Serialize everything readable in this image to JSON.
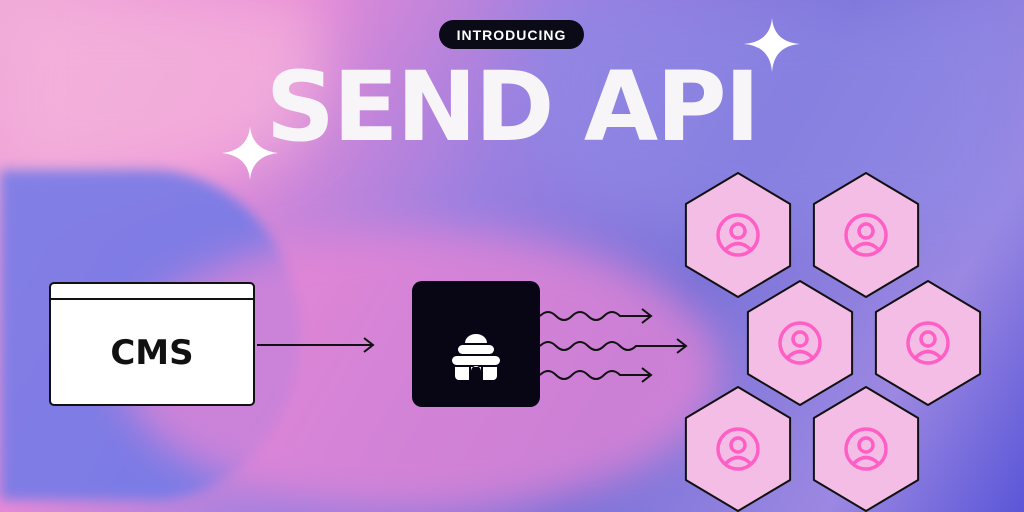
{
  "badge": "INTRODUCING",
  "title": "SEND API",
  "source": {
    "label": "CMS"
  },
  "hub": {
    "icon": "beehive-icon"
  },
  "recipients": {
    "count": 6,
    "icon": "user-circle-icon",
    "fill": "#f4bde6",
    "icon_color": "#ff5fc4"
  },
  "colors": {
    "dark": "#0b0a17"
  }
}
